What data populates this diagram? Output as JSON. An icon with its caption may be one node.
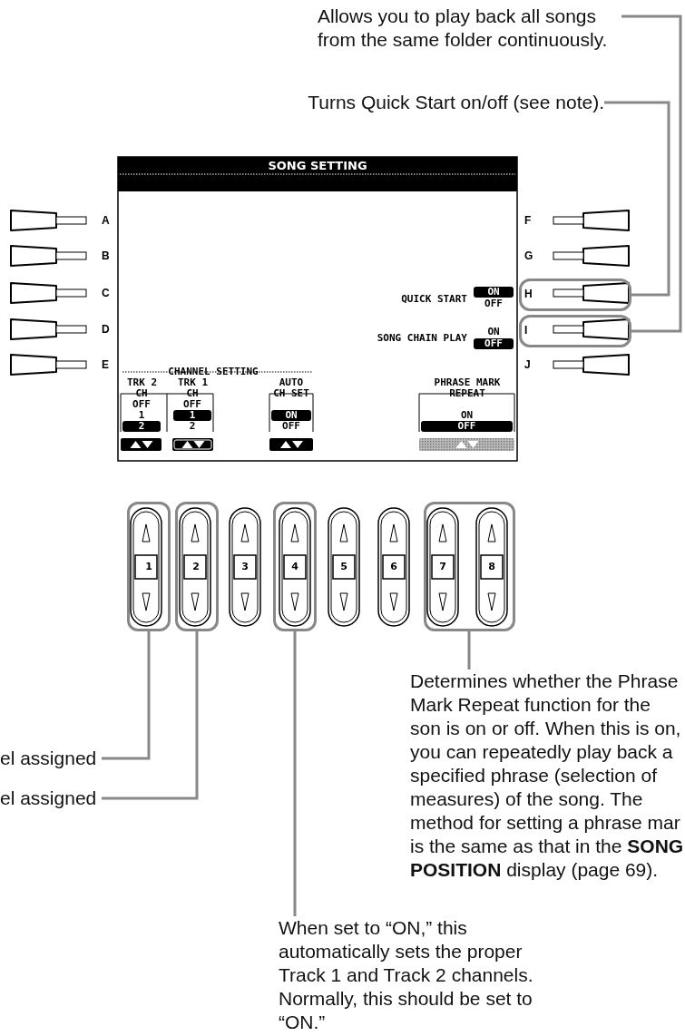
{
  "diagram": {
    "nodes": [
      {
        "text": [
          "Allows you to play back all songs from the same folder continuously."
        ]
      },
      {
        "text": [
          "Turns Quick Start on/off (see note)."
        ]
      },
      {
        "text": [
          "H"
        ]
      },
      {
        "text": [
          "I"
        ]
      },
      {
        "text": [
          "1"
        ]
      },
      {
        "text": [
          "2"
        ]
      },
      {
        "text": [
          "4"
        ]
      },
      {
        "text": [
          "7",
          "8"
        ]
      },
      {
        "text": [
          "Determines whether the Phrase Mark Repeat function for the son is on or off. When this is on, you can repeatedly play back a specified phrase (selection of measures) of the song. The method for setting a phrase mar is the same as that in the **SONG POSITION** display (page 69)."
        ]
      },
      {
        "text": [
          "el assigned"
        ]
      },
      {
        "text": [
          "el assigned"
        ]
      },
      {
        "text": [
          "When set to “ON,” this automatically sets the proper Track 1 and Track 2 channels. Normally, this should be set to “ON.”"
        ]
      }
    ],
    "edges": [
      {
        "from": 0,
        "to": 3,
        "arrow": "none"
      },
      {
        "from": 1,
        "to": 2,
        "arrow": "none"
      },
      {
        "from": 4,
        "to": 9,
        "arrow": "none"
      },
      {
        "from": 5,
        "to": 10,
        "arrow": "none"
      },
      {
        "from": 6,
        "to": 11,
        "arrow": "none"
      },
      {
        "from": 7,
        "to": 8,
        "arrow": "none"
      }
    ],
    "labels": [
      "SONG SETTING",
      "A",
      "B",
      "C",
      "D",
      "E",
      "F",
      "G",
      "J",
      "QUICK START",
      "ON",
      "OFF",
      "SONG CHAIN PLAY",
      "ON",
      "OFF",
      "CHANNEL SETTING",
      "TRK 2",
      "CH",
      "OFF",
      "1",
      "2",
      "TRK 1",
      "CH",
      "OFF",
      "1",
      "2",
      "AUTO CH SET",
      "ON",
      "OFF",
      "PHRASE MARK REPEAT",
      "ON",
      "OFF",
      "3",
      "5",
      "6"
    ]
  }
}
